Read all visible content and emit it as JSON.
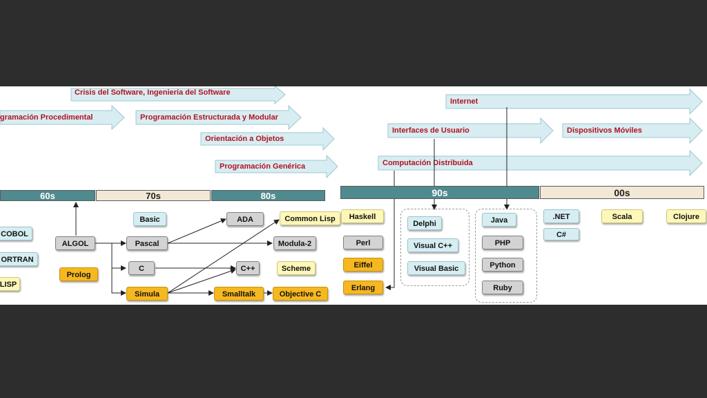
{
  "paradigms": {
    "procedural": "gramación Procedimental",
    "crisis": "Crisis del Software, Ingeniería del Software",
    "structured": "Programación Estructurada y Modular",
    "objects": "Orientación a Objetos",
    "generic": "Programación Genérica",
    "internet": "Internet",
    "interfaces": "Interfaces de Usuario",
    "mobile": "Dispositivos Móviles",
    "distributed": "Computación Distribuida"
  },
  "eras": {
    "e60": "60s",
    "e70": "70s",
    "e80": "80s",
    "e90": "90s",
    "e00": "00s"
  },
  "languages": {
    "cobol": "COBOL",
    "fortran": "ORTRAN",
    "lisp": "LISP",
    "algol": "ALGOL",
    "prolog": "Prolog",
    "basic": "Basic",
    "pascal": "Pascal",
    "c": "C",
    "simula": "Simula",
    "ada": "ADA",
    "modula2": "Modula-2",
    "cpp": "C++",
    "smalltalk": "Smalltalk",
    "common_lisp": "Common Lisp",
    "scheme": "Scheme",
    "objective_c": "Objective C",
    "haskell": "Haskell",
    "perl": "Perl",
    "eiffel": "Eiffel",
    "erlang": "Erlang",
    "delphi": "Delphi",
    "visual_cpp": "Visual C++",
    "visual_basic": "Visual Basic",
    "java": "Java",
    "php": "PHP",
    "python": "Python",
    "ruby": "Ruby",
    "dotnet": ".NET",
    "csharp": "C#",
    "scala": "Scala",
    "clojure": "Clojure"
  },
  "colors": {
    "background": "#2d2d2d",
    "arrow_fill": "#d7edf2",
    "arrow_text": "#b3121f",
    "era_teal": "#4f8a8e",
    "era_tan": "#f2e8d5",
    "box_blue": "#d6eef2",
    "box_gray": "#d3d3d3",
    "box_orange": "#f6b820",
    "box_yellow": "#fdf7b8"
  }
}
